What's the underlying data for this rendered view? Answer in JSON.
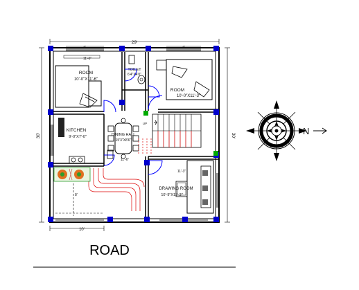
{
  "plan": {
    "dimensions": {
      "top_total": "29'",
      "top_left_seg": "4'",
      "top_right_seg": "4'",
      "left_total": "30'",
      "right_total": "30'",
      "bottom_left": "10'",
      "left_parking": "8'"
    },
    "rooms": {
      "room1_name": "ROOM",
      "room1_size": "10'-0\"X11'-6\"",
      "room1_width_note": "11'-6\"",
      "toilet_name": "TOILET",
      "toilet_size": "6'4\"X4'0\"",
      "room2_name": "ROOM",
      "room2_size": "10'-0\"X11'-3\"",
      "room2_width_note": "11'-3\"",
      "kitchen_name": "KITCHEN",
      "kitchen_size": "9'-0\"X7'-0\"",
      "dining_name": "DINING HALL",
      "dining_size": "15'3\"X8'6\"",
      "dining_width_note": "11'-6\"",
      "drawing_name": "DRAWING ROOM",
      "drawing_size": "10'-9\"X11'-3\"",
      "drawing_width_note": "11'-3\"",
      "stair_up": "UP"
    },
    "road_label": "ROAD",
    "compass_label": "N",
    "colors": {
      "wall": "#000000",
      "column": "#0000cc",
      "door": "#0000ff",
      "stairs": "#cc0000",
      "planter": "#2c9c2c",
      "flower": "#e07020"
    }
  }
}
